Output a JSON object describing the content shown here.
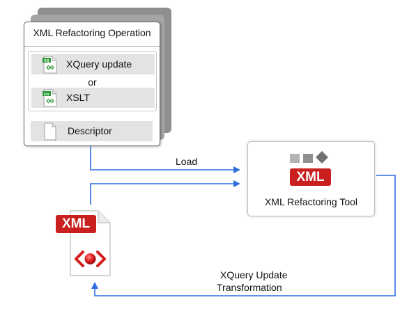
{
  "operation_card": {
    "title": "XML Refactoring Operation",
    "xquery_label": "XQuery update",
    "or_label": "or",
    "xslt_label": "XSLT",
    "descriptor_label": "Descriptor"
  },
  "tool": {
    "label": "XML Refactoring Tool",
    "badge": "XML"
  },
  "xml_document": {
    "badge": "XML"
  },
  "edges": {
    "load_label": "Load",
    "return_label_line1": "XQuery Update",
    "return_label_line2": "Transformation"
  },
  "colors": {
    "arrow": "#2f6fe0",
    "badge_red": "#c9201f",
    "stack_dark": "#8f8f8f",
    "stack_mid": "#a9a9a9"
  }
}
